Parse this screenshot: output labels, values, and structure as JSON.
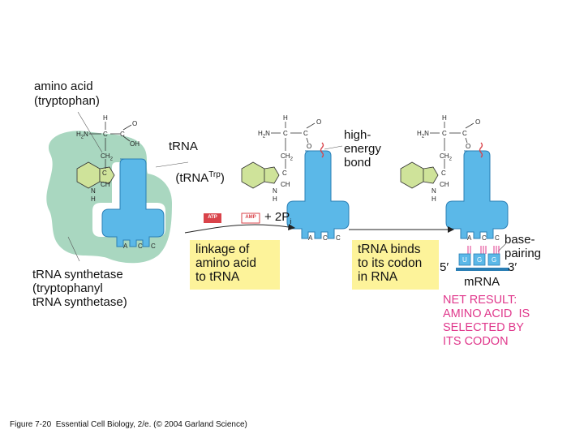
{
  "labels": {
    "amino_acid": "amino acid",
    "amino_acid_sub": "(tryptophan)",
    "trna": "tRNA",
    "trna_paren": "(tRNA",
    "trna_sup": "Trp",
    "trna_close": ")",
    "high_energy": "high-\nenergy\nbond",
    "synthetase": "tRNA synthetase\n(tryptophanyl\ntRNA synthetase)",
    "base_pairing": "base-\npairing",
    "five_prime": "5′",
    "three_prime": "3′",
    "mrna": "mRNA",
    "atp": "ATP",
    "amp": "AMP",
    "two_pi": "+ 2P",
    "two_pi_sub": "i"
  },
  "chem": {
    "h": "H",
    "h2n": "H",
    "two": "2",
    "n": "N",
    "c": "C",
    "o": "O",
    "oh": "OH",
    "ch2": "CH",
    "ch": "CH",
    "nh": "N"
  },
  "anticodon": [
    "A",
    "C",
    "C"
  ],
  "codon": [
    "U",
    "G",
    "G"
  ],
  "boxes": {
    "linkage": "linkage of\namino acid\nto tRNA",
    "binds": "tRNA binds\nto its codon\nin RNA"
  },
  "net_result": "NET RESULT:\nAMINO ACID  IS\nSELECTED BY\nITS CODON",
  "caption": "Figure 7-20  Essential Cell Biology, 2/e. (© 2004 Garland Science)",
  "colors": {
    "trna_blue": "#5bb8e8",
    "trna_stroke": "#2b7fb5",
    "enzyme_green": "#a9d7c0",
    "ring_green": "#cfe39a",
    "yellow_box": "#fdf39a",
    "net_pink": "#e0388c",
    "bond_red": "#d9434a",
    "atp_red": "#d9434a"
  }
}
